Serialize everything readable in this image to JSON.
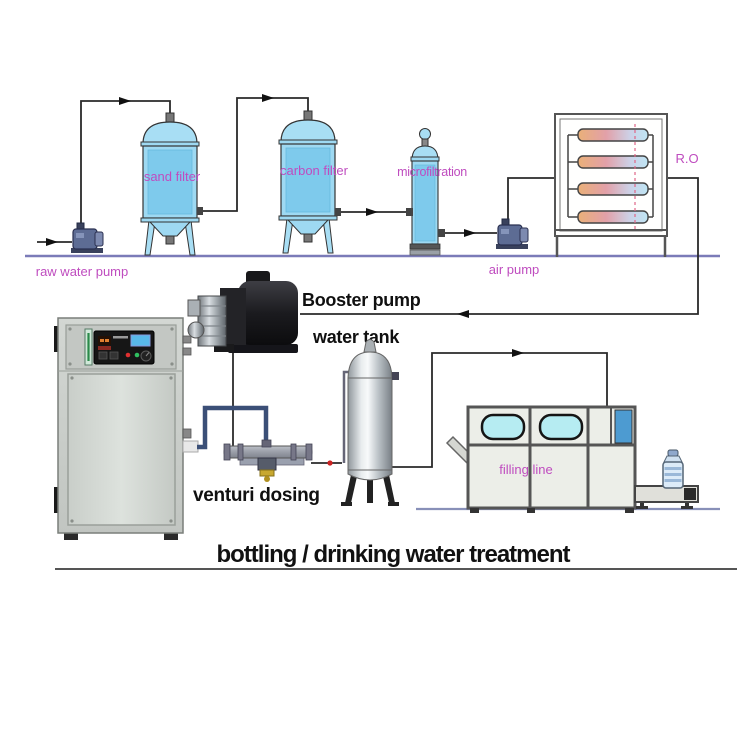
{
  "title": {
    "text": "bottling / drinking water treatment"
  },
  "labels": {
    "raw_water_pump": "raw water pump",
    "sand_filter": "sand filter",
    "carbon_filter": "carbon filter",
    "microfiltration": "microfiltration",
    "air_pump": "air pump",
    "ro": "R.O",
    "booster_pump": "Booster pump",
    "water_tank": "water tank",
    "venturi_dosing": "venturi dosing",
    "filling_line": "filling line"
  },
  "colors": {
    "label_magenta": "#bf4cbf",
    "label_black": "#111111",
    "vessel_blue": "#9ed9f2",
    "vessel_blue_inner": "#7ecaec",
    "pipe_line": "#2a2a2a",
    "ground_top_line": "#7b7bb8",
    "ground_bottom_line": "#8890b8",
    "membrane_warm": "#eab078",
    "membrane_cool": "#bfe6f4",
    "ro_dashed_line": "#e06688",
    "ozone_pipe_blue": "#3b4f77",
    "machine_gray": "#eceee8",
    "window_cyan": "#b6ecf2",
    "filling_blue_panel": "#4d9bd1",
    "valve_red_dot": "#cc2222"
  }
}
